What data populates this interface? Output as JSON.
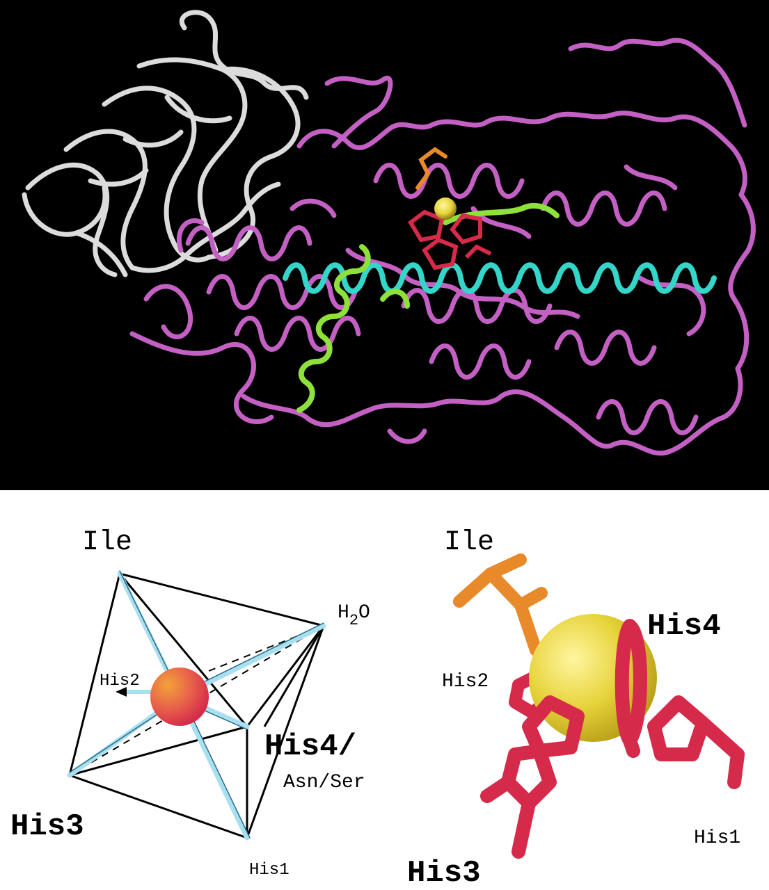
{
  "figure": {
    "colors": {
      "background_top": "#000000",
      "white_domain": "#d8d8d8",
      "protein_ribbon": "#c45fc4",
      "helix_cyan": "#33d6c8",
      "helix_green": "#8ee03a",
      "metal_sphere": "#e6d33a",
      "ile_residue": "#e88a2a",
      "his_residues": "#d62a4a",
      "coord_bonds": "#a8e0f0"
    },
    "left_panel": {
      "labels": {
        "ile": "Ile",
        "h2o": "H",
        "h2o_sub": "2",
        "h2o_end": "O",
        "his2": "His2",
        "his4": "His4/",
        "asn_ser": "Asn/Ser",
        "his3": "His3",
        "his1": "His1"
      }
    },
    "right_panel": {
      "labels": {
        "ile": "Ile",
        "his4": "His4",
        "his2": "His2",
        "his1": "His1",
        "his3": "His3"
      }
    }
  }
}
